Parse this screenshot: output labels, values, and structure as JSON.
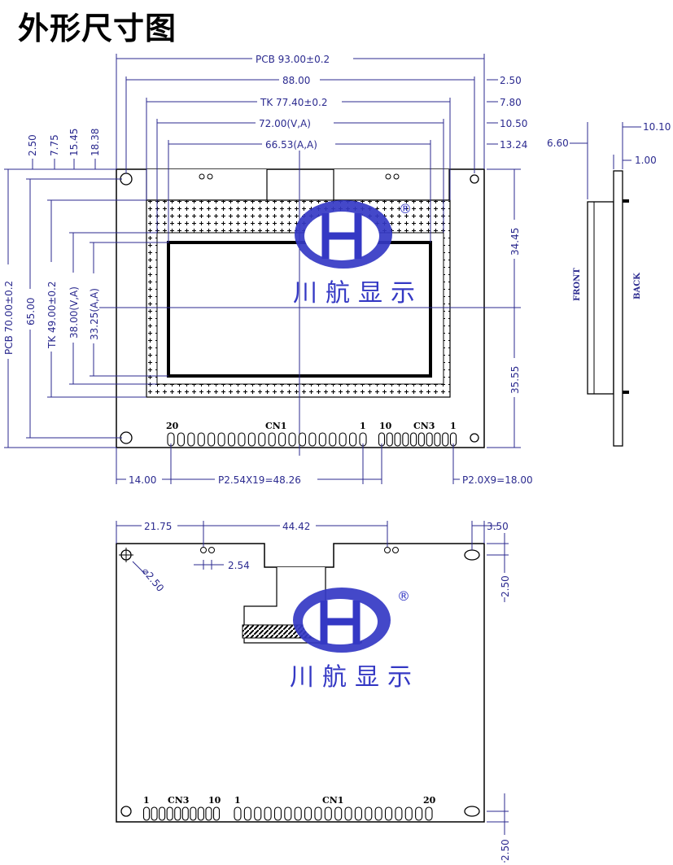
{
  "title": "外形尺寸图",
  "front": {
    "top_dims": {
      "pcb": "PCB 93.00±0.2",
      "outer": "88.00",
      "tk": "TK 77.40±0.2",
      "va": "72.00(V,A)",
      "aa": "66.53(A,A)"
    },
    "right_offsets": [
      "2.50",
      "7.80",
      "10.50",
      "13.24"
    ],
    "left_offsets": [
      "2.50",
      "7.75",
      "15.45",
      "18.38"
    ],
    "left_dims": {
      "pcb": "PCB 70.00±0.2",
      "outer": "65.00",
      "tk": "TK 49.00±0.2",
      "va": "38.00(V,A)",
      "aa": "33.25(A,A)"
    },
    "right_dims": {
      "upper": "34.45",
      "lower": "35.55"
    },
    "pin_labels": {
      "cn1": "CN1",
      "cn1_first": "1",
      "cn1_last": "20",
      "cn3": "CN3",
      "cn3_first": "1",
      "cn3_last": "10"
    },
    "bottom_dims": {
      "offset": "14.00",
      "cn1_pitch": "P2.54X19=48.26",
      "cn3_pitch": "P2.0X9=18.00"
    }
  },
  "side": {
    "dims": {
      "front_offset": "6.60",
      "back_offset": "10.10",
      "thickness": "1.00"
    },
    "front_label": "FRONT",
    "back_label": "BACK"
  },
  "back": {
    "top_dims": {
      "left": "21.75",
      "mid": "44.42",
      "right": "3.50"
    },
    "pin_pitch": "2.54",
    "hole": "⌀2.50",
    "right_dims": {
      "upper": "2.50",
      "lower": "2.50"
    },
    "pin_labels": {
      "cn3": "CN3",
      "cn3_first": "1",
      "cn3_last": "10",
      "cn1": "CN1",
      "cn1_first": "1",
      "cn1_last": "20"
    }
  },
  "brand": {
    "name": "川航显示",
    "registered": "®",
    "logo_letter": "H"
  },
  "colors": {
    "dimension": "#2b2a8f",
    "outline": "#000000",
    "logo": "#3438c4"
  }
}
